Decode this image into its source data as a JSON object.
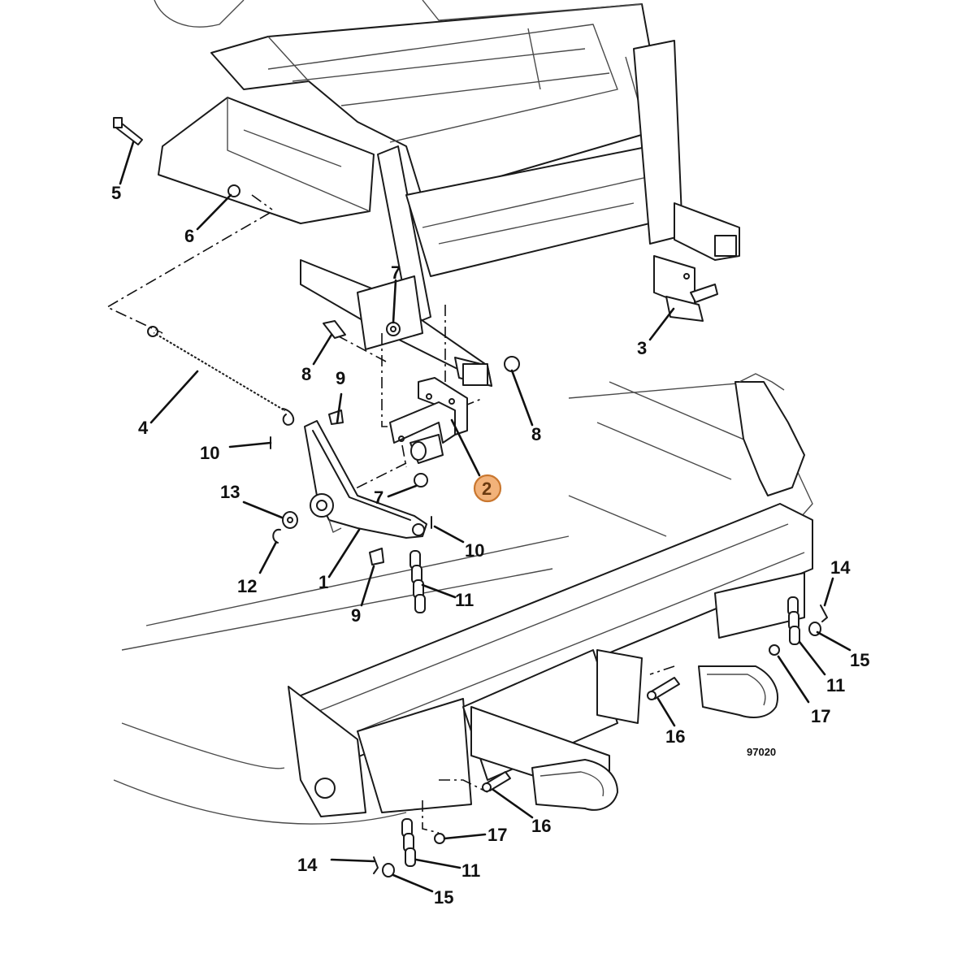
{
  "callouts": {
    "c1": "1",
    "c2": "2",
    "c3": "3",
    "c4": "4",
    "c5": "5",
    "c6": "6",
    "c7a": "7",
    "c7b": "7",
    "c8a": "8",
    "c8b": "8",
    "c9a": "9",
    "c9b": "9",
    "c10a": "10",
    "c10b": "10",
    "c11a": "11",
    "c11b": "11",
    "c11c": "11",
    "c12": "12",
    "c13": "13",
    "c14a": "14",
    "c14b": "14",
    "c15a": "15",
    "c15b": "15",
    "c16a": "16",
    "c16b": "16",
    "c17a": "17",
    "c17b": "17"
  },
  "figure_id": "97020",
  "highlight": {
    "part": "2",
    "fill": "#f2b27a",
    "stroke": "#c9772f"
  }
}
